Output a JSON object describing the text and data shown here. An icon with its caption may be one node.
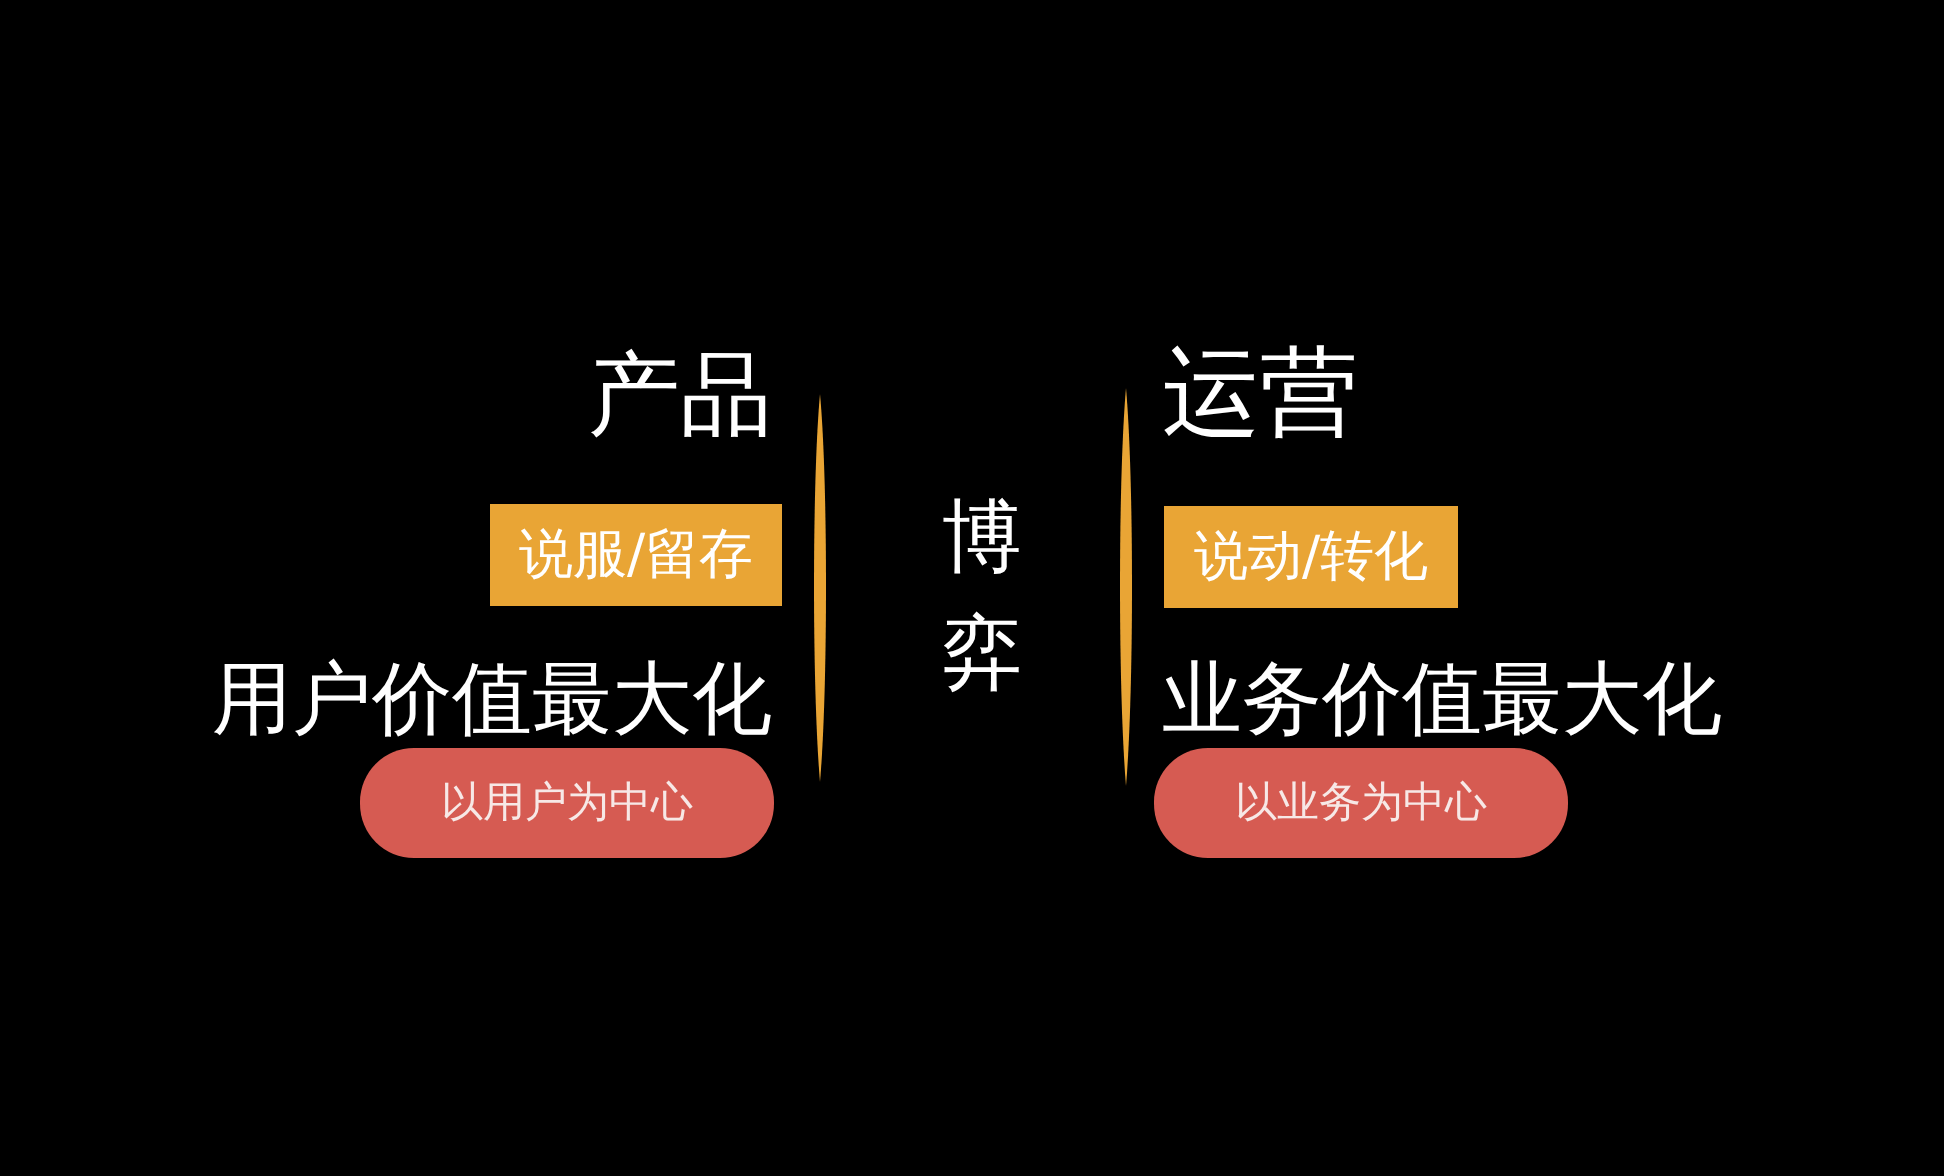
{
  "diagram": {
    "nodes": [
      {
        "text": [
          "说服/留存"
        ]
      },
      {
        "text": [
          "说动/转化"
        ]
      },
      {
        "text": [
          "以用户为中心"
        ]
      },
      {
        "text": [
          "以业务为中心"
        ]
      }
    ],
    "labels": [
      "产品",
      "运营",
      "博弈",
      "用户价值最大化",
      "业务价值最大化"
    ]
  }
}
